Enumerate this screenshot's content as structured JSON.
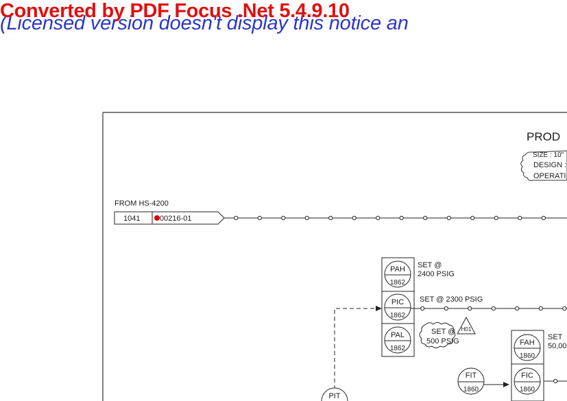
{
  "watermark": {
    "line1": "Converted by PDF Focus .Net 5.4.9.10",
    "line2": "(Licensed version doesn't display this notice an"
  },
  "title_block": {
    "title": "PROD",
    "size": "SIZE : 10\"",
    "design": "DESIGN :",
    "operating": "OPERATI"
  },
  "source": {
    "from_label": "FROM HS-4200",
    "line_no": "1041",
    "line_id": "00216-01"
  },
  "instruments": {
    "pah": {
      "tag": "PAH",
      "num": "1862",
      "note1": "SET @",
      "note2": "2400 PSIG"
    },
    "pic": {
      "tag": "PIC",
      "num": "1862",
      "note": "SET @ 2300 PSIG"
    },
    "pal": {
      "tag": "PAL",
      "num": "1862",
      "note1": "SET @",
      "note2": "500 PSIG",
      "hold": "H01"
    },
    "fah": {
      "tag": "FAH",
      "num": "1860",
      "note1": "SET",
      "note2": "50,00"
    },
    "fic": {
      "tag": "FIC",
      "num": "1860"
    },
    "fit": {
      "tag": "FIT",
      "num": "1860"
    },
    "pit": {
      "tag": "PIT"
    }
  },
  "colors": {
    "line": "#1a1a1a",
    "marker": "#e00000",
    "watermark_red": "#e01010",
    "watermark_blue": "#2a36c8"
  }
}
